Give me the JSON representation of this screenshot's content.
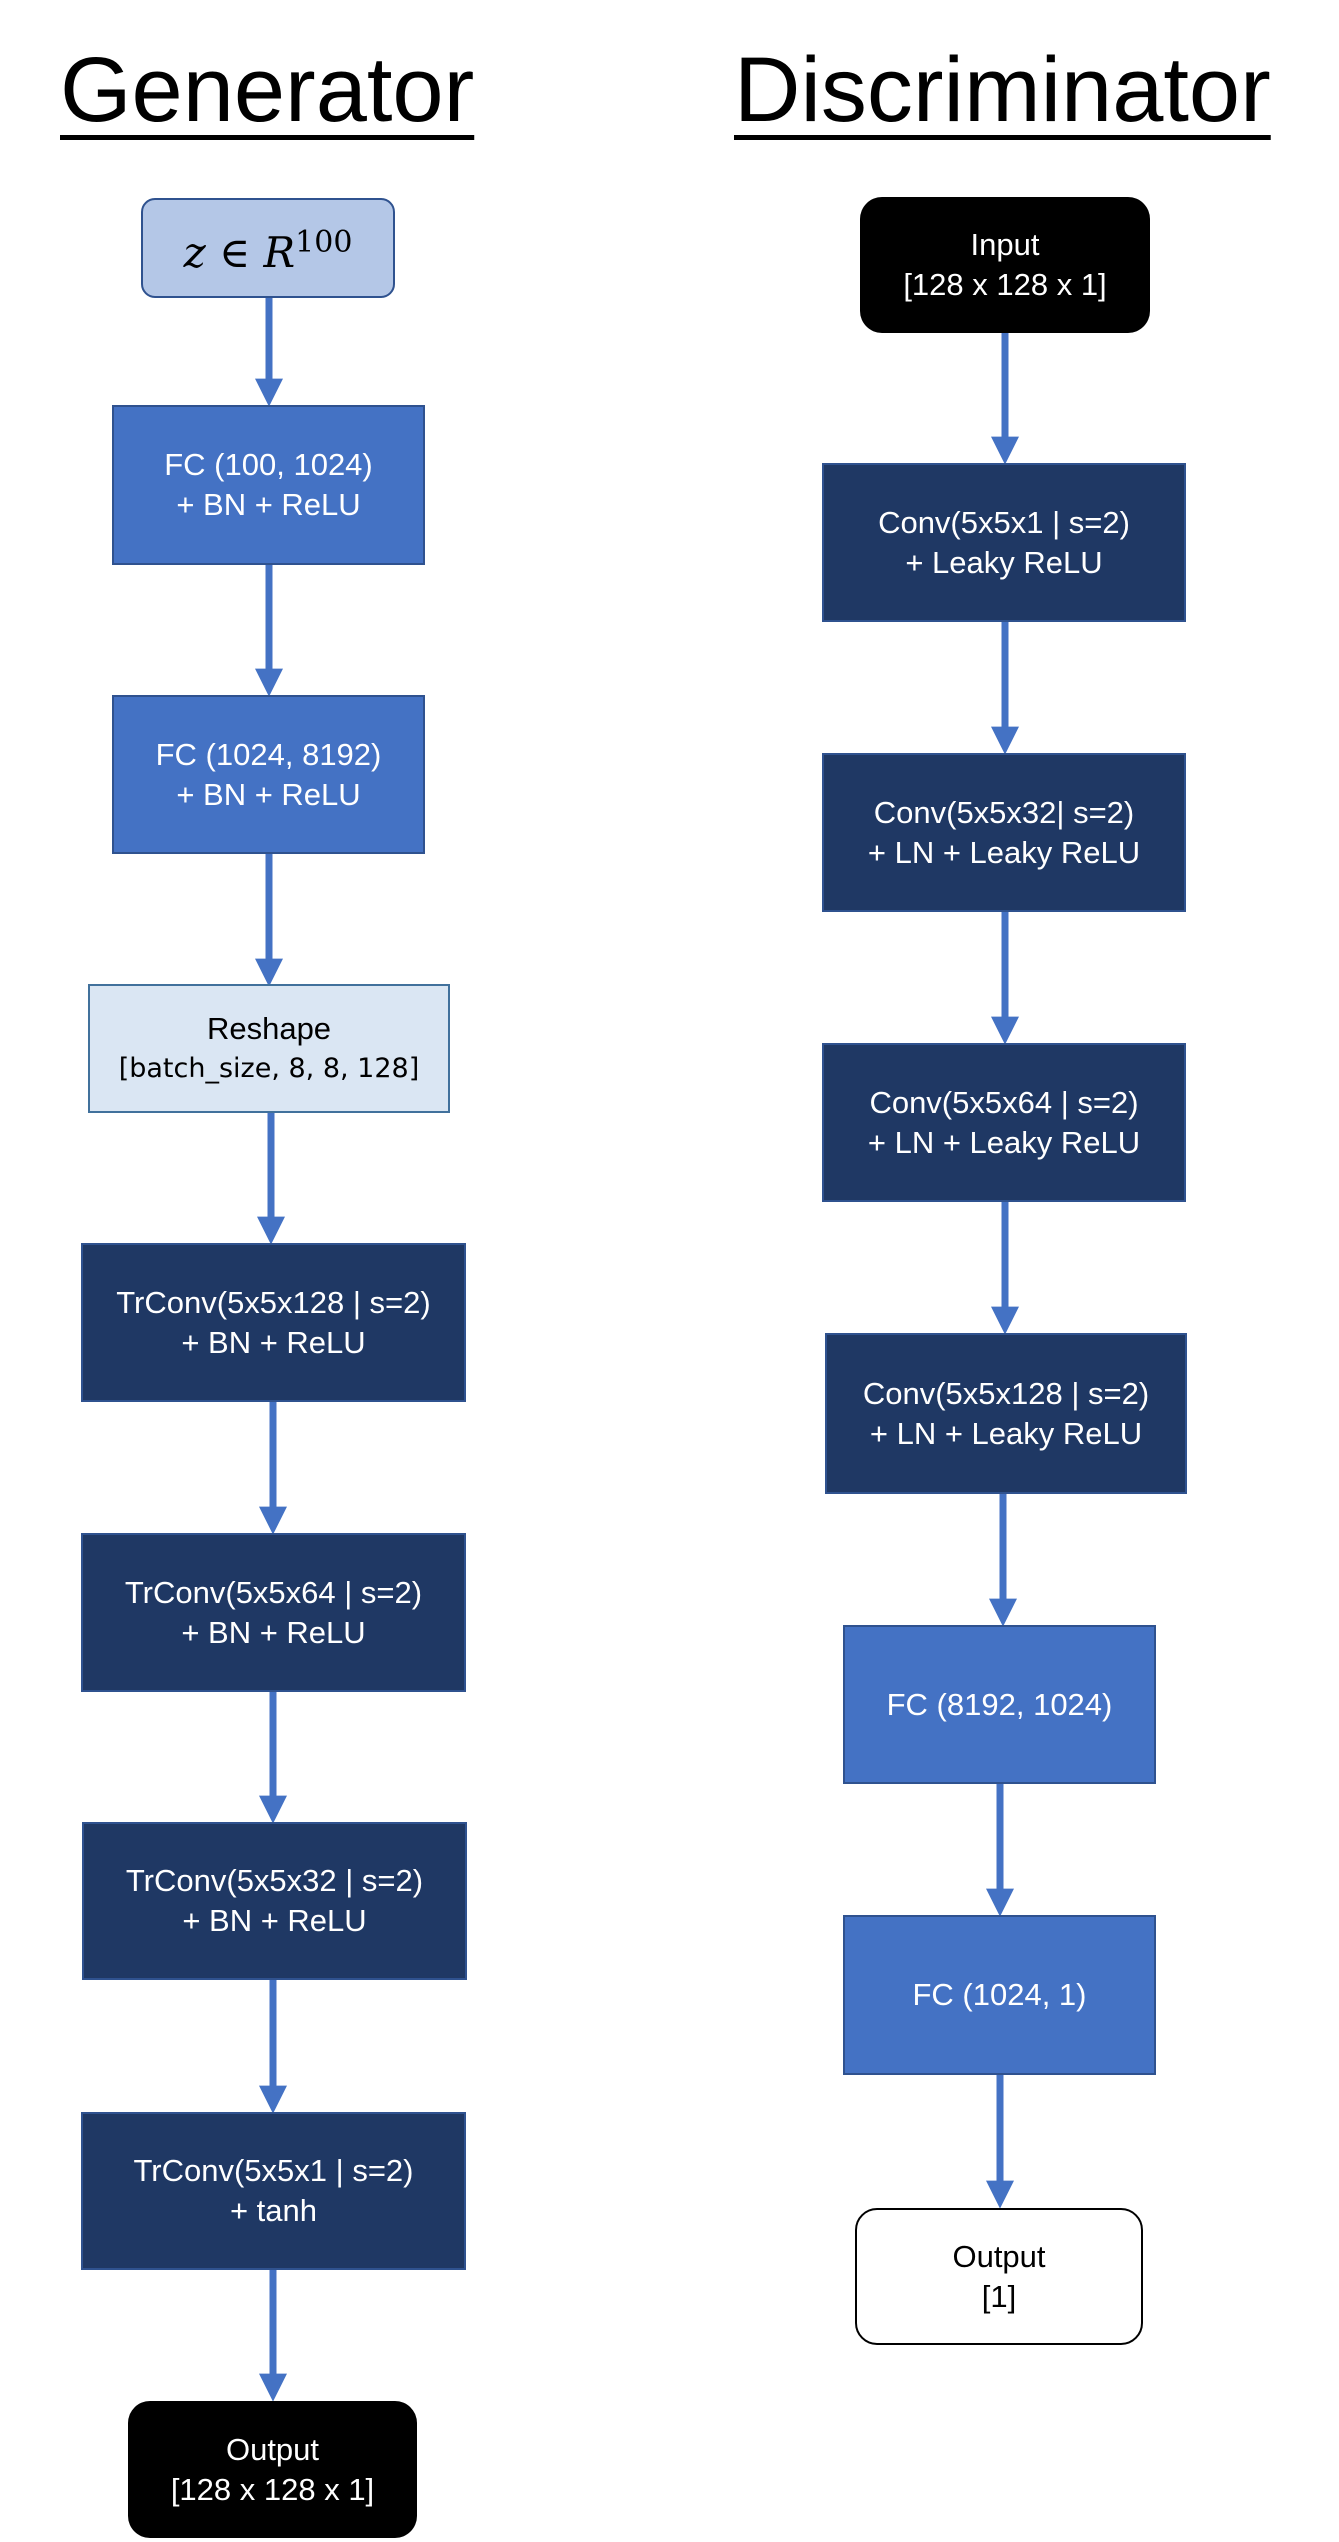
{
  "generator": {
    "title": "Generator",
    "latent": {
      "var": "z",
      "symbol": "∈",
      "space": "R",
      "exp": "100"
    },
    "nodes": [
      {
        "line1": "FC (100, 1024)",
        "line2": "+ BN + ReLU"
      },
      {
        "line1": "FC (1024, 8192)",
        "line2": "+ BN + ReLU"
      },
      {
        "line1": "Reshape",
        "line2": "[batch_size, 8, 8, 128]"
      },
      {
        "line1": "TrConv(5x5x128 | s=2)",
        "line2": "+ BN + ReLU"
      },
      {
        "line1": "TrConv(5x5x64 | s=2)",
        "line2": "+ BN + ReLU"
      },
      {
        "line1": "TrConv(5x5x32 | s=2)",
        "line2": "+ BN + ReLU"
      },
      {
        "line1": "TrConv(5x5x1 | s=2)",
        "line2": "+ tanh"
      }
    ],
    "output": {
      "line1": "Output",
      "line2": "[128 x 128 x 1]"
    }
  },
  "discriminator": {
    "title": "Discriminator",
    "input": {
      "line1": "Input",
      "line2": "[128 x 128 x 1]"
    },
    "nodes": [
      {
        "line1": "Conv(5x5x1 | s=2)",
        "line2": "+ Leaky ReLU"
      },
      {
        "line1": "Conv(5x5x32| s=2)",
        "line2": "+ LN + Leaky ReLU"
      },
      {
        "line1": "Conv(5x5x64 | s=2)",
        "line2": "+ LN + Leaky ReLU"
      },
      {
        "line1": "Conv(5x5x128 | s=2)",
        "line2": "+ LN + Leaky ReLU"
      },
      {
        "line1": "FC (8192, 1024)"
      },
      {
        "line1": "FC (1024, 1)"
      }
    ],
    "output": {
      "line1": "Output",
      "line2": "[1]"
    }
  },
  "colors": {
    "fc_blue": "#4472c4",
    "conv_navy": "#1f3864",
    "reshape_light": "#dae6f3",
    "latent_blue": "#b4c7e7",
    "arrow": "#4472c4"
  }
}
